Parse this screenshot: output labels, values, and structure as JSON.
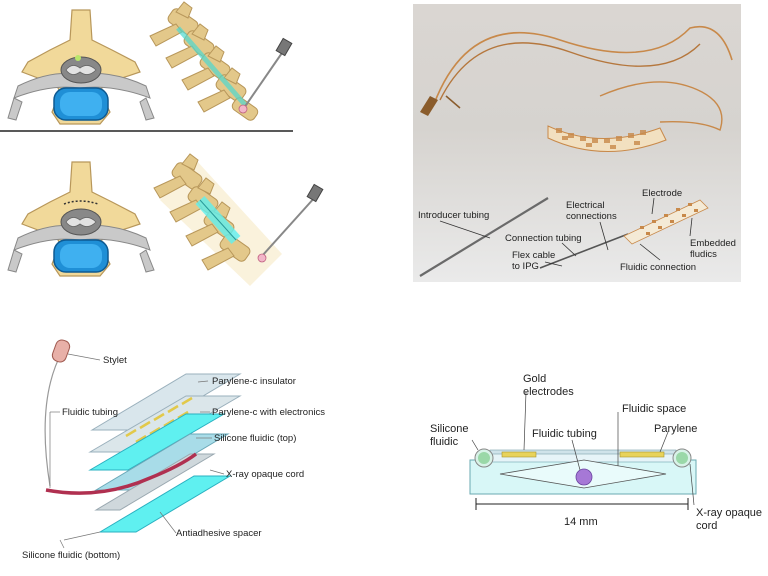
{
  "photo_panel": {
    "labels": {
      "introducer": "Introducer tubing",
      "electrical_1": "Electrical",
      "electrical_2": "connections",
      "electrode": "Electrode",
      "connection_tubing": "Connection tubing",
      "flex_1": "Flex cable",
      "flex_2": "to IPG",
      "embedded_1": "Embedded",
      "embedded_2": "fludics",
      "fluidic_connection": "Fluidic connection"
    }
  },
  "exploded_panel": {
    "labels": {
      "stylet": "Stylet",
      "parylene_insulator": "Parylene-c insulator",
      "fluidic_tubing": "Fluidic tubing",
      "parylene_electronics": "Parylene-c with electronics",
      "silicone_top": "Silicone fluidic (top)",
      "xray_cord": "X-ray opaque cord",
      "antiadhesive": "Antiadhesive spacer",
      "silicone_bottom": "Silicone fluidic (bottom)"
    }
  },
  "cross_section_panel": {
    "labels": {
      "gold_1": "Gold",
      "gold_2": "electrodes",
      "fluidic_space": "Fluidic space",
      "silicone_1": "Silicone",
      "silicone_2": "fluidic",
      "fluidic_tubing": "Fluidic tubing",
      "parylene": "Parylene",
      "xray_1": "X-ray opaque",
      "xray_2": "cord",
      "width": "14 mm"
    }
  },
  "colors": {
    "bone": "#f1d99a",
    "bone_edge": "#b8975a",
    "csf": "#1f8fd6",
    "cyan": "#5ff0f0",
    "tube": "#b03050",
    "gold": "#e8d35a",
    "purple": "#a678d6"
  }
}
